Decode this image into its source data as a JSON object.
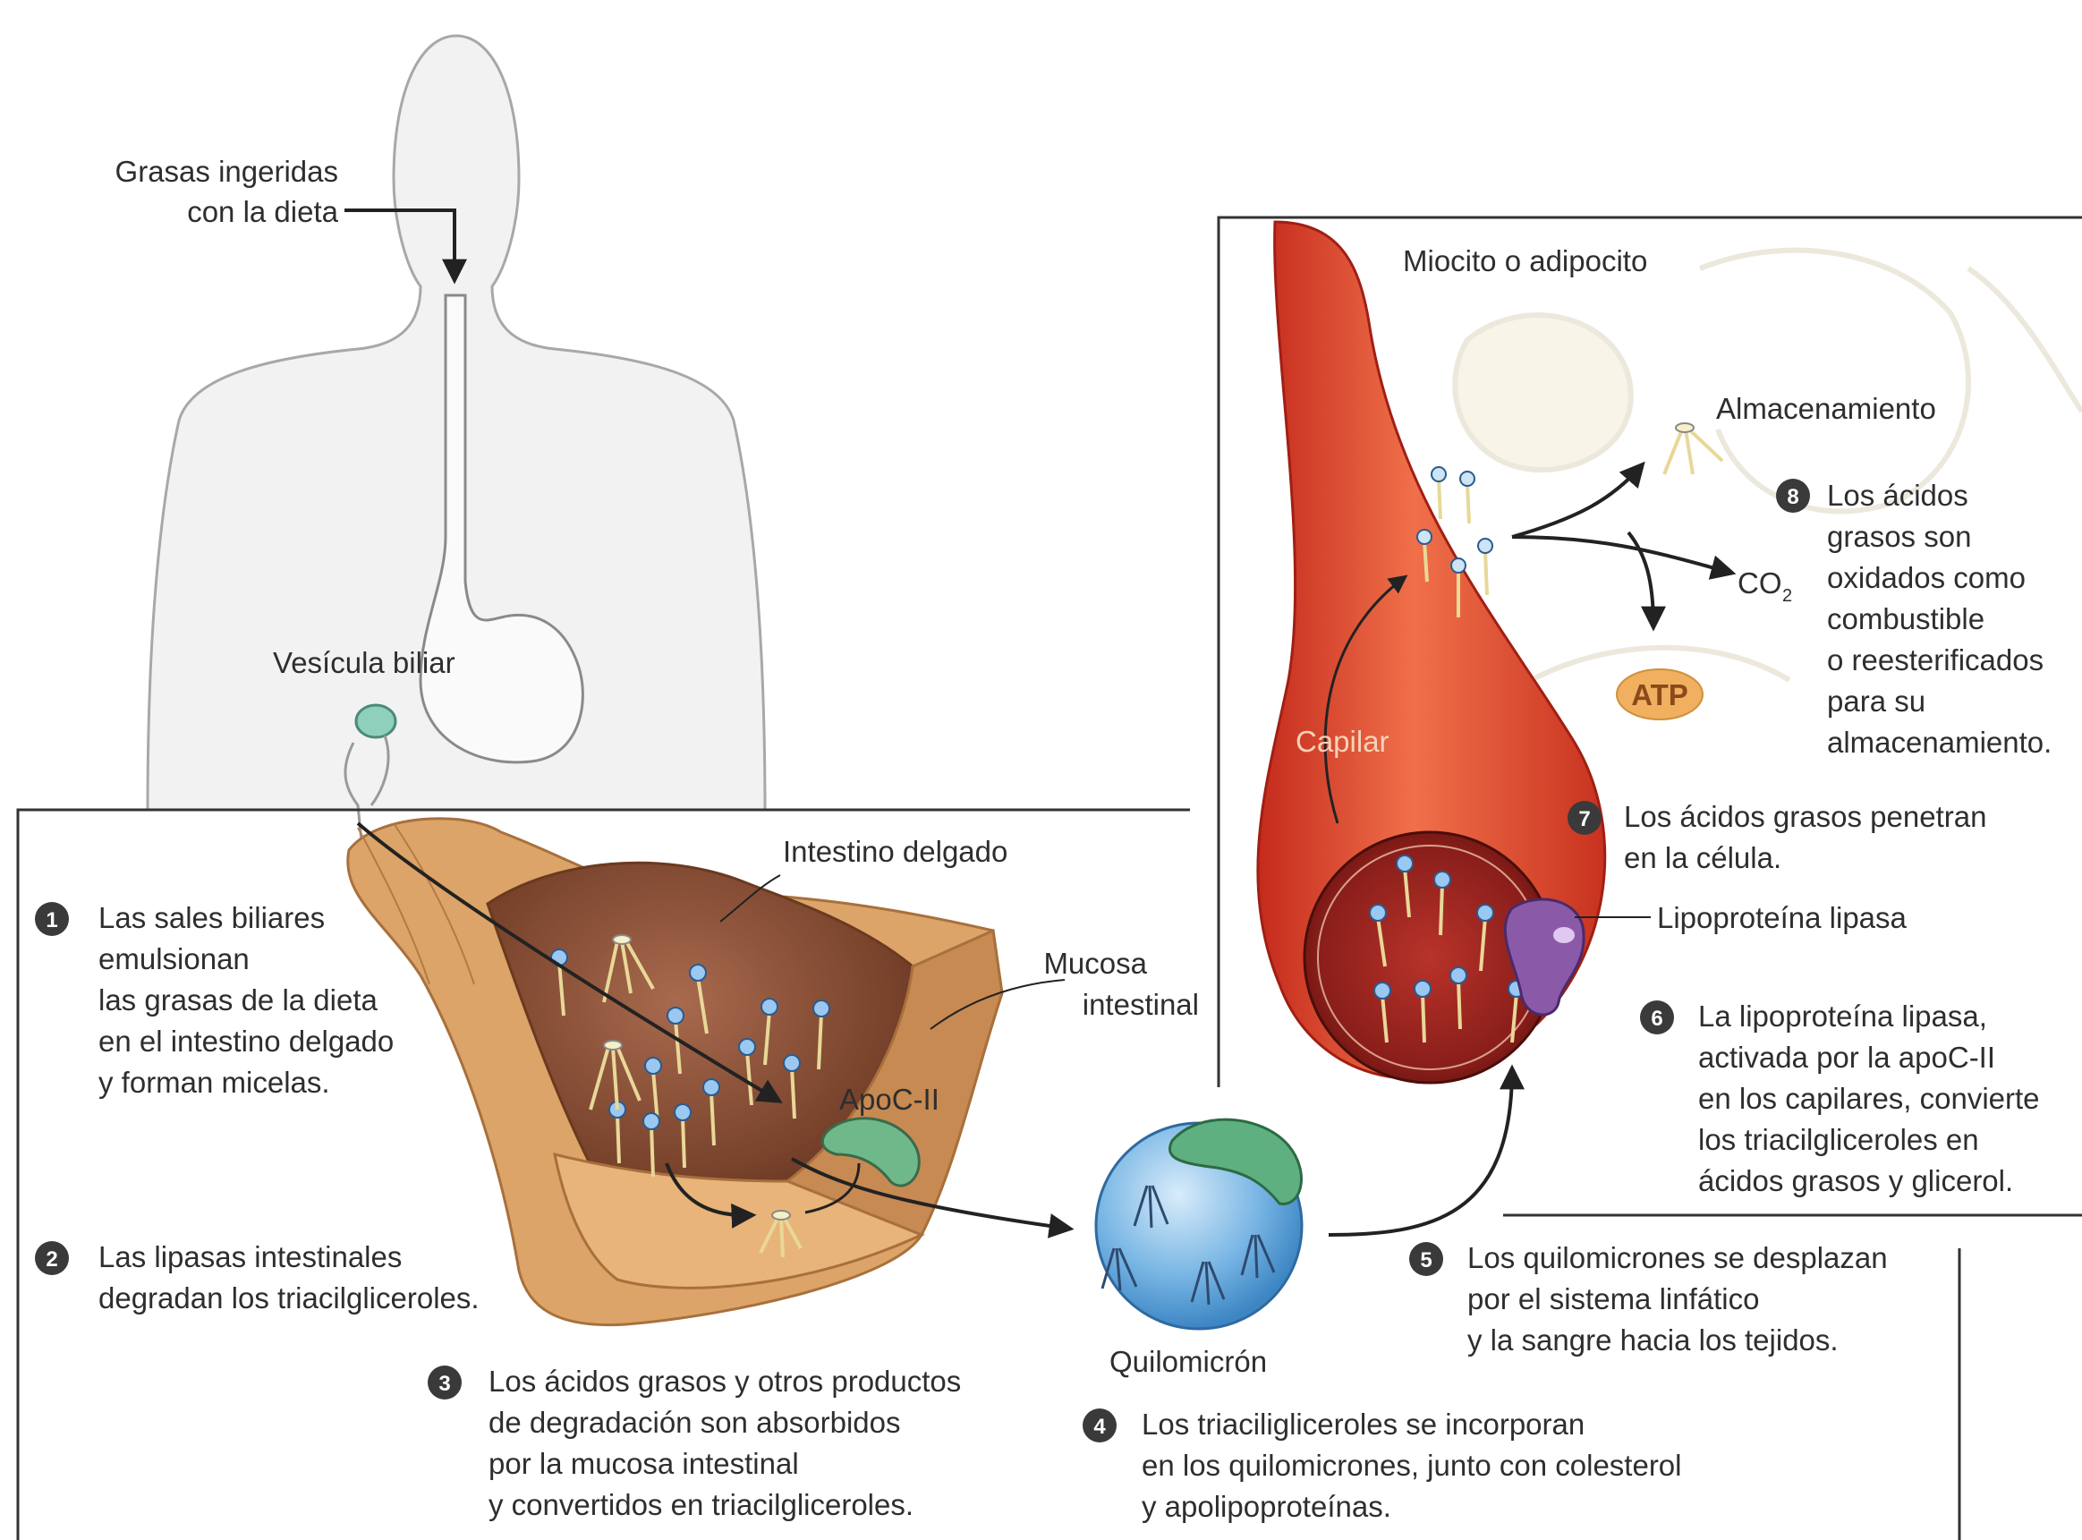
{
  "labels": {
    "ingested_fats": [
      "Grasas ingeridas",
      "con la dieta"
    ],
    "gallbladder": "Vesícula biliar",
    "small_intestine": "Intestino delgado",
    "intestinal_mucosa": [
      "Mucosa",
      "intestinal"
    ],
    "apoc2": "ApoC-II",
    "chylomicron": "Quilomicrón",
    "myocyte": "Miocito o adipocito",
    "storage": "Almacenamiento",
    "co2": "CO",
    "co2_sub": "2",
    "atp": "ATP",
    "capillary": "Capilar",
    "lipoprotein_lipase": "Lipoproteína lipasa"
  },
  "steps": [
    {
      "number": "1",
      "lines": [
        "Las sales biliares",
        "emulsionan",
        "las grasas de la dieta",
        "en el intestino delgado",
        "y forman micelas."
      ]
    },
    {
      "number": "2",
      "lines": [
        "Las lipasas intestinales",
        "degradan los triacilgliceroles."
      ]
    },
    {
      "number": "3",
      "lines": [
        "Los ácidos grasos y otros productos",
        "de degradación son absorbidos",
        "por la mucosa intestinal",
        "y convertidos en triacilgliceroles."
      ]
    },
    {
      "number": "4",
      "lines": [
        "Los triaciligliceroles se incorporan",
        "en los quilomicrones, junto con colesterol",
        "y apolipoproteínas."
      ]
    },
    {
      "number": "5",
      "lines": [
        "Los quilomicrones se desplazan",
        "por el sistema linfático",
        "y la sangre hacia los tejidos."
      ]
    },
    {
      "number": "6",
      "lines": [
        "La lipoproteína lipasa,",
        "activada por la apoC-II",
        "en los capilares, convierte",
        "los triacilgliceroles en",
        "ácidos grasos y glicerol."
      ]
    },
    {
      "number": "7",
      "lines": [
        "Los ácidos grasos penetran",
        "en la célula."
      ]
    },
    {
      "number": "8",
      "lines": [
        "Los ácidos",
        "grasos son",
        "oxidados como",
        "combustible",
        "o reesterificados",
        "para su",
        "almacenamiento."
      ]
    }
  ],
  "colors": {
    "body_outline": "#9a9a9a",
    "intestine": "#d9a062",
    "intestine_inner": "#8a4a30",
    "capillary": "#d8422a",
    "chylomicron": "#5aa0d8",
    "apoc2": "#6fb88a",
    "lipase": "#8a5aa8",
    "atp": "#f0b060"
  }
}
